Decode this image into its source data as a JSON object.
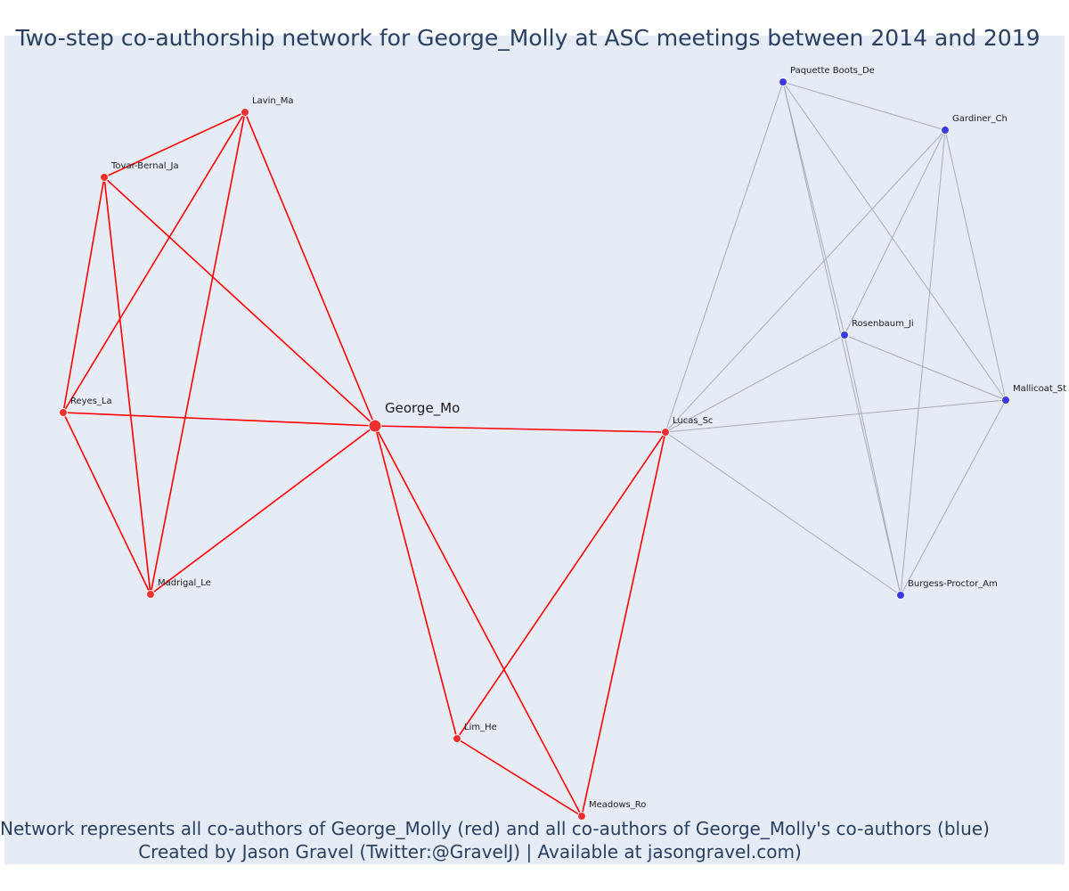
{
  "title": "Two-step co-authorship network for George_Molly at ASC meetings between 2014 and 2019",
  "caption": {
    "line1": "Network represents all co-authors of George_Molly (red) and all co-authors of George_Molly's co-authors (blue)",
    "line2": "Created by Jason Gravel (Twitter:@GravelJ) | Available at jasongravel.com)"
  },
  "colors": {
    "background": "#e5ecf6",
    "direct": "#ff0000",
    "direct_node": "#f03030",
    "indirect_node": "#3a3ae0",
    "indirect_edge": "#a8abbb",
    "text": "#2a3f5f"
  },
  "chart_data": {
    "type": "network",
    "nodes": [
      {
        "id": "George_Mo",
        "group": "focal"
      },
      {
        "id": "Lavin_Ma",
        "group": "coauthor"
      },
      {
        "id": "Tovar-Bernal_Ja",
        "group": "coauthor"
      },
      {
        "id": "Reyes_La",
        "group": "coauthor"
      },
      {
        "id": "Madrigal_Le",
        "group": "coauthor"
      },
      {
        "id": "Lucas_Sc",
        "group": "coauthor"
      },
      {
        "id": "Lim_He",
        "group": "coauthor"
      },
      {
        "id": "Meadows_Ro",
        "group": "coauthor"
      },
      {
        "id": "Paquette Boots_De",
        "group": "second_step"
      },
      {
        "id": "Gardiner_Ch",
        "group": "second_step"
      },
      {
        "id": "Rosenbaum_Ji",
        "group": "second_step"
      },
      {
        "id": "Mallicoat_St",
        "group": "second_step"
      },
      {
        "id": "Burgess-Proctor_Am",
        "group": "second_step"
      }
    ],
    "edges": [
      [
        "George_Mo",
        "Lavin_Ma",
        "direct"
      ],
      [
        "George_Mo",
        "Tovar-Bernal_Ja",
        "direct"
      ],
      [
        "George_Mo",
        "Reyes_La",
        "direct"
      ],
      [
        "George_Mo",
        "Madrigal_Le",
        "direct"
      ],
      [
        "George_Mo",
        "Lucas_Sc",
        "direct"
      ],
      [
        "George_Mo",
        "Lim_He",
        "direct"
      ],
      [
        "George_Mo",
        "Meadows_Ro",
        "direct"
      ],
      [
        "Lavin_Ma",
        "Tovar-Bernal_Ja",
        "direct"
      ],
      [
        "Lavin_Ma",
        "Reyes_La",
        "direct"
      ],
      [
        "Lavin_Ma",
        "Madrigal_Le",
        "direct"
      ],
      [
        "Tovar-Bernal_Ja",
        "Reyes_La",
        "direct"
      ],
      [
        "Tovar-Bernal_Ja",
        "Madrigal_Le",
        "direct"
      ],
      [
        "Reyes_La",
        "Madrigal_Le",
        "direct"
      ],
      [
        "Lucas_Sc",
        "Lim_He",
        "direct"
      ],
      [
        "Lucas_Sc",
        "Meadows_Ro",
        "direct"
      ],
      [
        "Lim_He",
        "Meadows_Ro",
        "direct"
      ],
      [
        "Lucas_Sc",
        "Paquette Boots_De",
        "indirect"
      ],
      [
        "Lucas_Sc",
        "Gardiner_Ch",
        "indirect"
      ],
      [
        "Lucas_Sc",
        "Rosenbaum_Ji",
        "indirect"
      ],
      [
        "Lucas_Sc",
        "Mallicoat_St",
        "indirect"
      ],
      [
        "Lucas_Sc",
        "Burgess-Proctor_Am",
        "indirect"
      ],
      [
        "Paquette Boots_De",
        "Gardiner_Ch",
        "indirect"
      ],
      [
        "Paquette Boots_De",
        "Rosenbaum_Ji",
        "indirect"
      ],
      [
        "Paquette Boots_De",
        "Mallicoat_St",
        "indirect"
      ],
      [
        "Paquette Boots_De",
        "Burgess-Proctor_Am",
        "indirect"
      ],
      [
        "Gardiner_Ch",
        "Rosenbaum_Ji",
        "indirect"
      ],
      [
        "Gardiner_Ch",
        "Mallicoat_St",
        "indirect"
      ],
      [
        "Gardiner_Ch",
        "Burgess-Proctor_Am",
        "indirect"
      ],
      [
        "Rosenbaum_Ji",
        "Mallicoat_St",
        "indirect"
      ],
      [
        "Rosenbaum_Ji",
        "Burgess-Proctor_Am",
        "indirect"
      ],
      [
        "Mallicoat_St",
        "Burgess-Proctor_Am",
        "indirect"
      ]
    ]
  }
}
